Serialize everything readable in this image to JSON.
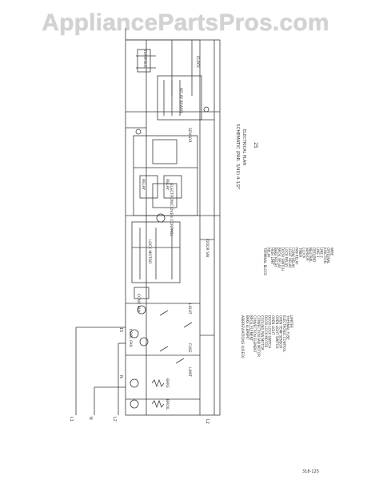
{
  "watermark": {
    "text": "AppliancePartsPros.com"
  },
  "diagram": {
    "title": "SCHEMATIC (PAR. 3/40) 4-1/2\"",
    "subtitle": "ELECTRICAL PLAN",
    "page_number": "25",
    "abbreviations_heading": "ABBREVIATIONS (USED)",
    "legend_left": [
      "BAKE ELEMENT",
      "BROIL ELEMENT",
      "CONVECTION ELEMENT",
      "CONVECTION FAN MOTOR",
      "COOLING FAN MOTOR",
      "DOOR LOCK MOTOR",
      "DOOR LOCK SWITCH",
      "OVEN LIGHT",
      "OVEN LIGHT SWITCH",
      "OVEN TEMP SENSOR",
      "ELECTRONIC CONTROL",
      "THERMAL FUSE",
      "LIMITER"
    ],
    "legend_right": [
      "TERMINAL BLOCK",
      "RELAY",
      "HIGH LIMIT",
      "BAKE RELAY",
      "BROIL RELAY",
      "DOOR SWITCH",
      "LOCK RELAY",
      "LIGHT RELAY",
      "CONV RELAY",
      "FAN RELAY",
      "TIMER",
      "CLOCK",
      "SENSOR",
      "NEUTRAL",
      "GROUND",
      "LINE 1",
      "LINE 2",
      "JUNCTION",
      "OPTIONAL",
      "WIRE"
    ],
    "terminals": {
      "l1": "L1",
      "l2": "L2",
      "n": "N",
      "top_left": "15",
      "mid_left": "N",
      "bot_left": "L2"
    },
    "components": {
      "comp_ctrl": "ELECTRONIC OVEN CONTROL",
      "comp_relay_board": "RELAY BOARD",
      "comp_relay_a": "RELAY",
      "comp_relay_b": "RELAY",
      "comp_lock": "LOCK MOTOR",
      "comp_conv": "CONV FAN",
      "comp_cool": "COOL FAN",
      "comp_bake": "BAKE",
      "comp_broil": "BROIL",
      "comp_light": "LIGHT",
      "comp_sensor": "SENSOR",
      "comp_fuse": "FUSE",
      "comp_limit": "LIMIT",
      "comp_door": "DOOR SW",
      "comp_term": "TERM BLK",
      "comp_clock": "CLOCK"
    },
    "footer_mark": "318-125"
  }
}
